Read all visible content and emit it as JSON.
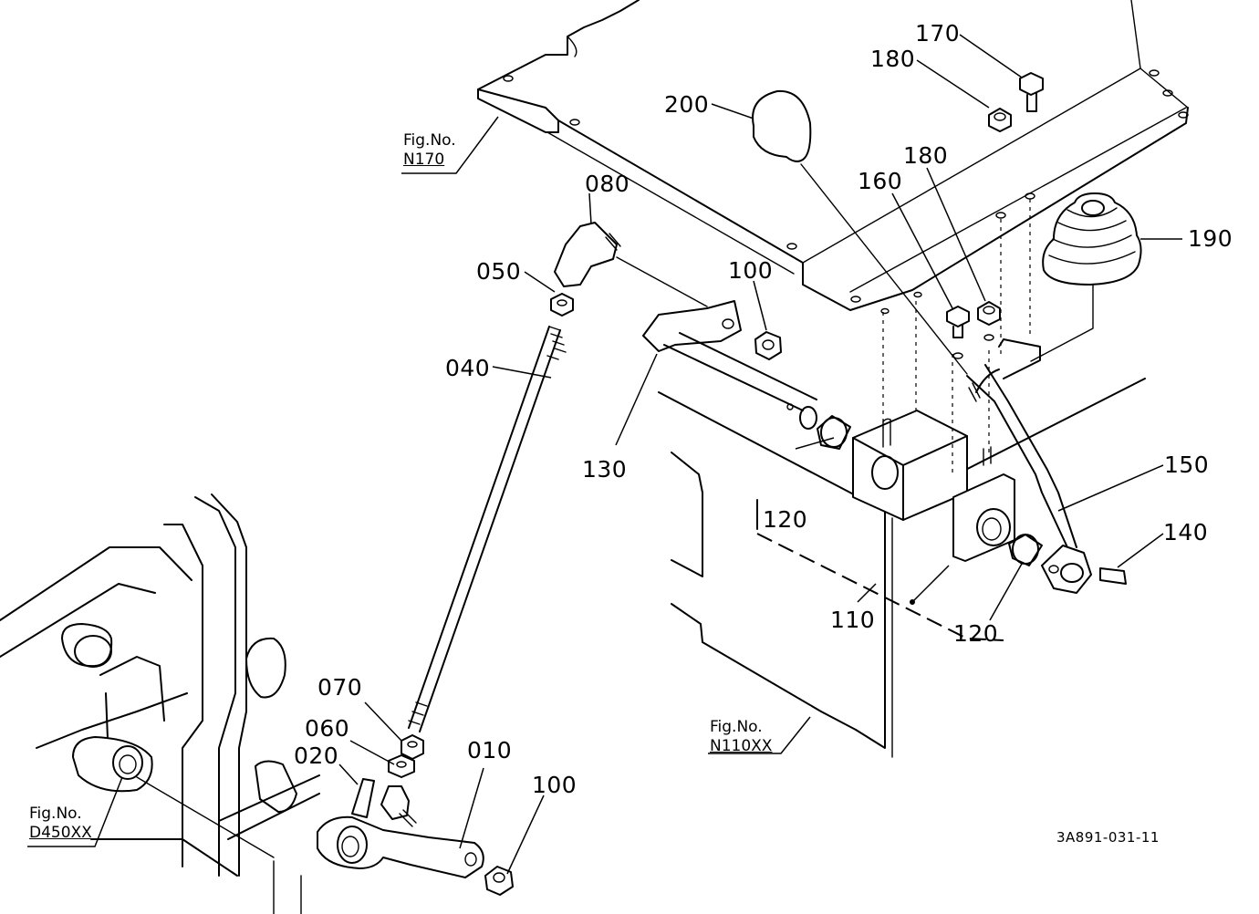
{
  "parts": {
    "p010": "010",
    "p020": "020",
    "p040": "040",
    "p050": "050",
    "p060": "060",
    "p070": "070",
    "p080": "080",
    "p100a": "100",
    "p100b": "100",
    "p110": "110",
    "p120a": "120",
    "p120b": "120",
    "p130": "130",
    "p140": "140",
    "p150": "150",
    "p160": "160",
    "p170": "170",
    "p180a": "180",
    "p180b": "180",
    "p190": "190",
    "p200": "200"
  },
  "figure_refs": {
    "n170": {
      "prefix": "Fig.No.",
      "code": "N170"
    },
    "n110xx": {
      "prefix": "Fig.No.",
      "code": "N110XX"
    },
    "d450xx": {
      "prefix": "Fig.No.",
      "code": "D450XX"
    }
  },
  "drawing_code": "3A891-031-11"
}
